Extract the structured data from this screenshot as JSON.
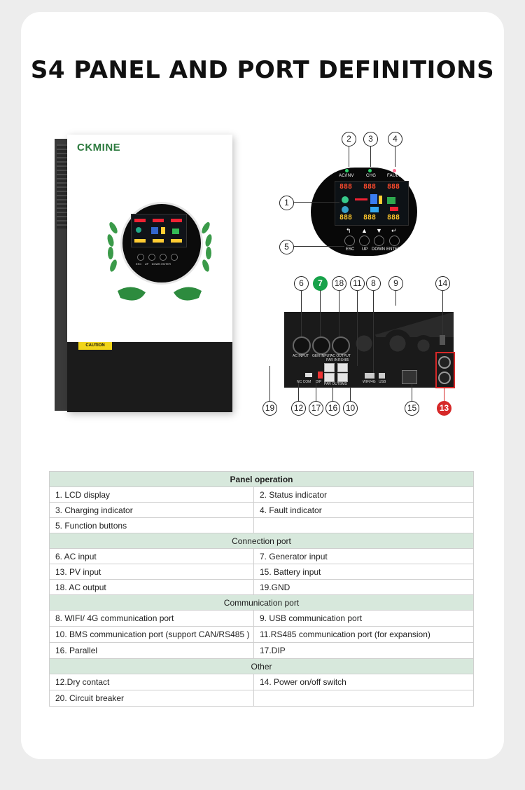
{
  "title": "S4 PANEL AND PORT DEFINITIONS",
  "product": {
    "brand": "CKMINE",
    "caution_label": "CAUTION",
    "front_labels": {
      "esc": "ESC",
      "up": "UP",
      "down_enter": "DOWN ENTER"
    }
  },
  "panel": {
    "indicators": [
      "AC/INV",
      "CHG",
      "FAULT"
    ],
    "buttons": [
      "ESC",
      "UP",
      "DOWN",
      "ENTER"
    ],
    "lcd_digits": [
      "888",
      "888",
      "888",
      "888",
      "888",
      "888"
    ]
  },
  "port_labels": {
    "ac_input": "AC INPUT",
    "gen_input": "GEN INPUT",
    "ac_output": "AC OUTPUT",
    "par_in": "PAR IN",
    "rs485": "RS485",
    "par_out": "PAR OUT",
    "bms": "BMS",
    "wifi": "WIFI/4G",
    "usb": "USB",
    "nc_com": "NC COM",
    "dip": "DIP"
  },
  "callouts": [
    "1",
    "2",
    "3",
    "4",
    "5",
    "6",
    "7",
    "8",
    "9",
    "10",
    "11",
    "12",
    "13",
    "14",
    "15",
    "16",
    "17",
    "18",
    "19"
  ],
  "colors": {
    "accent_green": "#17a24a",
    "accent_red": "#d62828",
    "section_bg": "#d7e8dc"
  },
  "table": {
    "panel_operation": {
      "header": "Panel operation",
      "rows": [
        [
          "1. LCD display",
          "2. Status indicator"
        ],
        [
          "3. Charging indicator",
          "4. Fault indicator"
        ],
        [
          "5. Function buttons",
          ""
        ]
      ]
    },
    "connection_port": {
      "header": "Connection port",
      "rows": [
        [
          "6. AC input",
          "7. Generator input"
        ],
        [
          "13. PV input",
          "15. Battery input"
        ],
        [
          "18. AC output",
          "19.GND"
        ]
      ]
    },
    "communication_port": {
      "header": "Communication port",
      "rows": [
        [
          "8. WIFI/ 4G communication port",
          "9. USB communication port"
        ],
        [
          "10. BMS communication port (support CAN/RS485 )",
          "11.RS485 communication port (for expansion)"
        ],
        [
          "16. Parallel",
          "17.DIP"
        ]
      ]
    },
    "other": {
      "header": "Other",
      "rows": [
        [
          "12.Dry contact",
          "14. Power on/off switch"
        ],
        [
          "20. Circuit breaker",
          ""
        ]
      ]
    }
  }
}
